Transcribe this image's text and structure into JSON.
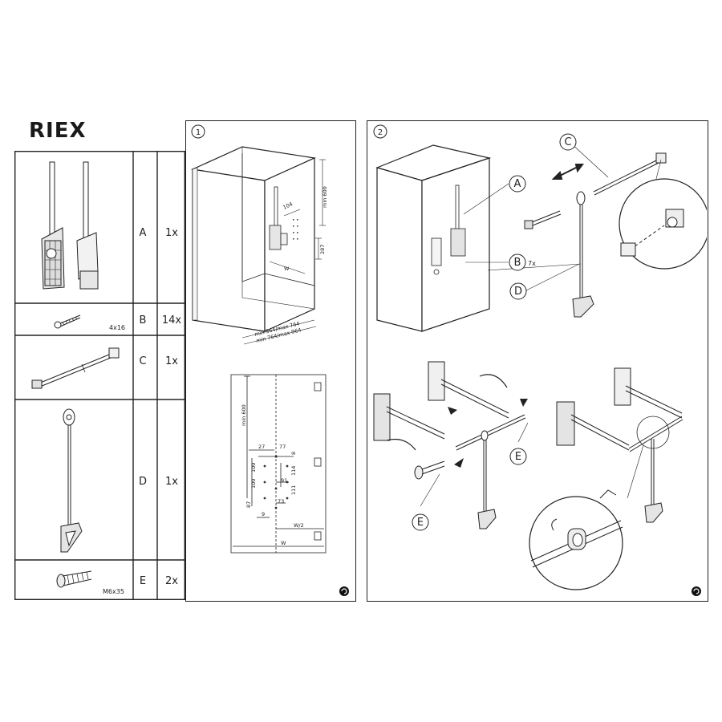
{
  "brand": {
    "logo_text": "RIEX"
  },
  "parts": [
    {
      "letter": "A",
      "qty": "1x",
      "spec": "",
      "icon": "lift-mechanism-icon"
    },
    {
      "letter": "B",
      "qty": "14x",
      "spec": "4x16",
      "icon": "wood-screw-icon"
    },
    {
      "letter": "C",
      "qty": "1x",
      "spec": "",
      "icon": "rail-rod-icon"
    },
    {
      "letter": "D",
      "qty": "1x",
      "spec": "",
      "icon": "pull-rod-icon"
    },
    {
      "letter": "E",
      "qty": "2x",
      "spec": "M6x35",
      "icon": "bolt-icon"
    }
  ],
  "step1": {
    "number": "1",
    "dims": {
      "min600": "min 600",
      "d104": "104",
      "d287": "287",
      "w": "W",
      "min564": "min 564/max 764",
      "min764": "min 764/max 964"
    },
    "detail": {
      "min600": "min 600",
      "d27": "27",
      "d77": "77",
      "d8": "8",
      "d100a": "100",
      "d100b": "100",
      "d114": "114",
      "d91": "91",
      "d111": "111",
      "d87": "87",
      "d73": "73",
      "d9": "9",
      "w2": "W/2",
      "w": "W"
    }
  },
  "step2": {
    "number": "2",
    "callouts": {
      "a": "A",
      "b": "B",
      "b_qty": "7x",
      "c": "C",
      "d": "D",
      "e1": "E",
      "e2": "E"
    }
  }
}
